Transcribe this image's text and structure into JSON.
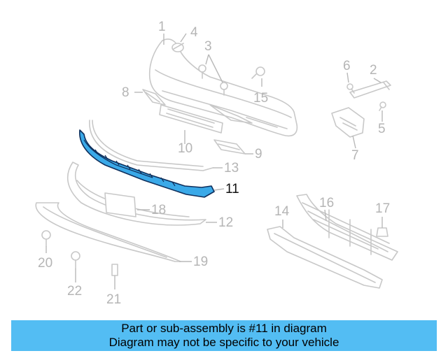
{
  "labels": {
    "p1": "1",
    "p2": "2",
    "p3": "3",
    "p4": "4",
    "p5": "5",
    "p6": "6",
    "p7": "7",
    "p8": "8",
    "p9": "9",
    "p10": "10",
    "p11": "11",
    "p12": "12",
    "p13": "13",
    "p14": "14",
    "p15": "15",
    "p16": "16",
    "p17": "17",
    "p18": "18",
    "p19": "19",
    "p20": "20",
    "p21": "21",
    "p22": "22"
  },
  "highlight_color": "#3aa9e8",
  "banner": {
    "line1": "Part or sub-assembly is #11 in diagram",
    "line2": "Diagram may not be specific to your vehicle",
    "color": "#53bdf3"
  }
}
